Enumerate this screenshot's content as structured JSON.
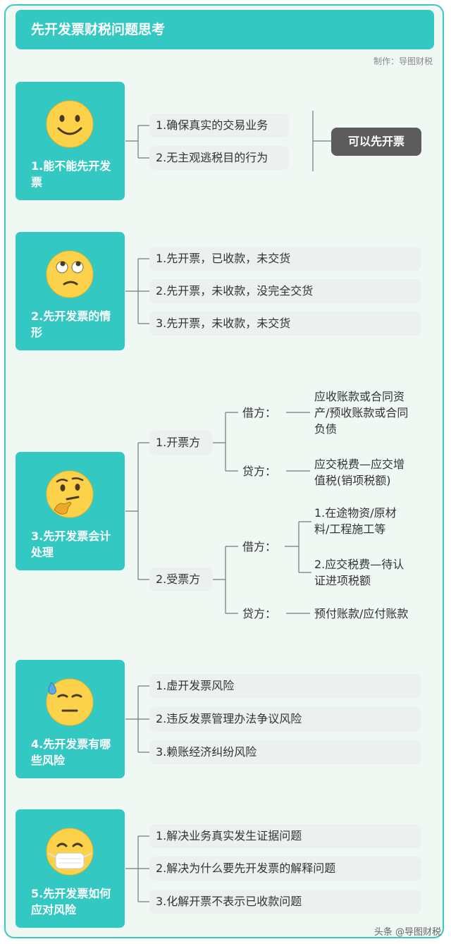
{
  "title": "先开发票财税问题思考",
  "credit": "制作：导图财税",
  "watermark": "头条 @导图财税",
  "sections": [
    {
      "label": "1.能不能先开发票",
      "emoji": "smiling-face",
      "items": [
        "1.确保真实的交易业务",
        "2.无主观逃税目的行为"
      ],
      "conclusion": "可以先开票"
    },
    {
      "label": "2.先开发票的情形",
      "emoji": "eyes-up-worried-face",
      "items": [
        "1.先开票，已收款，未交货",
        "2.先开票，未收款，没完全交货",
        "3.先开票，未收款，未交货"
      ]
    },
    {
      "label": "3.先开发票会计处理",
      "emoji": "thinking-face",
      "branches": [
        {
          "label": "1.开票方",
          "entries": [
            {
              "side": "借方：",
              "text": [
                "应收账款或合同资",
                "产/预收账款或合同",
                "负债"
              ]
            },
            {
              "side": "贷方：",
              "text": [
                "应交税费—应交增",
                "值税(销项税额)"
              ]
            }
          ]
        },
        {
          "label": "2.受票方",
          "entries": [
            {
              "side": "借方：",
              "subs": [
                [
                  "1.在途物资/原材",
                  "料/工程施工等"
                ],
                [
                  "2.应交税费—待认",
                  "证进项税额"
                ]
              ]
            },
            {
              "side": "贷方：",
              "text": [
                "预付账款/应付账款"
              ]
            }
          ]
        }
      ]
    },
    {
      "label": "4.先开发票有哪些风险",
      "emoji": "sweating-face",
      "items": [
        "1.虚开发票风险",
        "2.违反发票管理办法争议风险",
        "3.赖账经济纠纷风险"
      ]
    },
    {
      "label": "5.先开发票如何应对风险",
      "emoji": "mask-face",
      "items": [
        "1.解决业务真实发生证据问题",
        "2.解决为什么要先开发票的解释问题",
        "3.化解开票不表示已收款问题"
      ]
    }
  ]
}
